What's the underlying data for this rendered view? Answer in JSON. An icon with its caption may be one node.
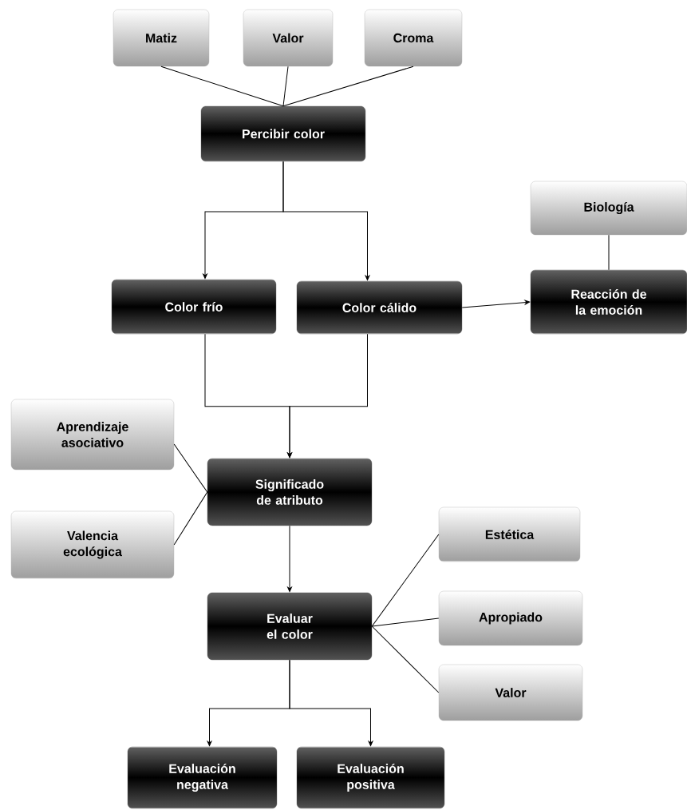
{
  "diagram": {
    "nodes": [
      {
        "text": [
          "Matiz"
        ]
      },
      {
        "text": [
          "Valor"
        ]
      },
      {
        "text": [
          "Croma"
        ]
      },
      {
        "text": [
          "Percibir color"
        ]
      },
      {
        "text": [
          "Biología"
        ]
      },
      {
        "text": [
          "Color frío"
        ]
      },
      {
        "text": [
          "Color cálido"
        ]
      },
      {
        "text": [
          "Reacción de la emoción"
        ]
      },
      {
        "text": [
          "Aprendizaje asociativo"
        ]
      },
      {
        "text": [
          "Significado de atributo"
        ]
      },
      {
        "text": [
          "Valencia ecológica"
        ]
      },
      {
        "text": [
          "Estética"
        ]
      },
      {
        "text": [
          "Evaluar el color"
        ]
      },
      {
        "text": [
          "Apropiado"
        ]
      },
      {
        "text": [
          "Valor"
        ]
      },
      {
        "text": [
          "Evaluación negativa"
        ]
      },
      {
        "text": [
          "Evaluación positiva"
        ]
      }
    ],
    "edges": [
      {
        "from": 0,
        "to": 3,
        "arrow": "none"
      },
      {
        "from": 1,
        "to": 3,
        "arrow": "none"
      },
      {
        "from": 2,
        "to": 3,
        "arrow": "none"
      },
      {
        "from": 3,
        "to": 5,
        "arrow": "to"
      },
      {
        "from": 3,
        "to": 6,
        "arrow": "to"
      },
      {
        "from": 6,
        "to": 7,
        "arrow": "to"
      },
      {
        "from": 4,
        "to": 7,
        "arrow": "none"
      },
      {
        "from": 5,
        "to": 9,
        "arrow": "to"
      },
      {
        "from": 6,
        "to": 9,
        "arrow": "to"
      },
      {
        "from": 8,
        "to": 9,
        "arrow": "none"
      },
      {
        "from": 10,
        "to": 9,
        "arrow": "none"
      },
      {
        "from": 9,
        "to": 12,
        "arrow": "to"
      },
      {
        "from": 12,
        "to": 11,
        "arrow": "none"
      },
      {
        "from": 12,
        "to": 13,
        "arrow": "none"
      },
      {
        "from": 12,
        "to": 14,
        "arrow": "none"
      },
      {
        "from": 12,
        "to": 15,
        "arrow": "to"
      },
      {
        "from": 12,
        "to": 16,
        "arrow": "to"
      }
    ]
  }
}
